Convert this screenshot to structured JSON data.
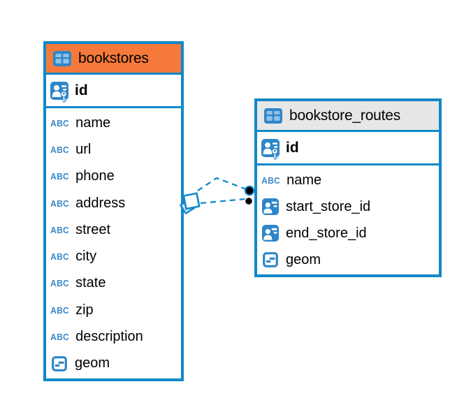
{
  "diagram": {
    "colors": {
      "accent_blue": "#1088C9",
      "header_orange": "#F5793B",
      "header_gray": "#E7E7E7",
      "icon_blue": "#2E86C8",
      "icon_cell_blue": "#8FC2E6",
      "endpoint_black": "#000000"
    },
    "icons": {
      "abc_label": "ABC"
    },
    "tables": [
      {
        "name": "bookstores",
        "header_style": "orange",
        "primary_key": "id",
        "fields": [
          {
            "name": "name",
            "type": "text"
          },
          {
            "name": "url",
            "type": "text"
          },
          {
            "name": "phone",
            "type": "text"
          },
          {
            "name": "address",
            "type": "text"
          },
          {
            "name": "street",
            "type": "text"
          },
          {
            "name": "city",
            "type": "text"
          },
          {
            "name": "state",
            "type": "text"
          },
          {
            "name": "zip",
            "type": "text"
          },
          {
            "name": "description",
            "type": "text"
          },
          {
            "name": "geom",
            "type": "geometry"
          }
        ]
      },
      {
        "name": "bookstore_routes",
        "header_style": "gray",
        "primary_key": "id",
        "fields": [
          {
            "name": "name",
            "type": "text"
          },
          {
            "name": "start_store_id",
            "type": "reference"
          },
          {
            "name": "end_store_id",
            "type": "reference"
          },
          {
            "name": "geom",
            "type": "geometry"
          }
        ]
      }
    ],
    "relationship": {
      "from": "bookstores",
      "to": "bookstore_routes",
      "style": "dashed"
    }
  }
}
